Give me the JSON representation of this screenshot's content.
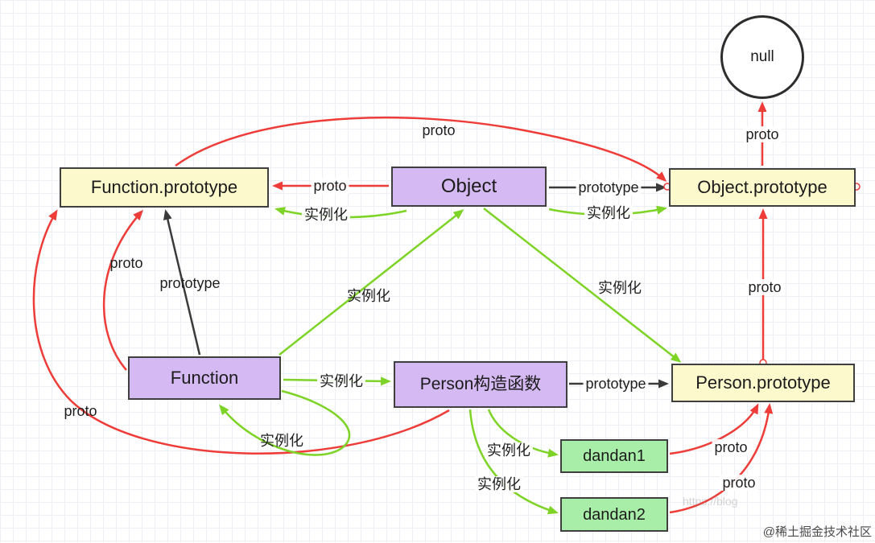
{
  "nodes": {
    "null_node": {
      "label": "null",
      "shape": "circle",
      "fill": "#ffffff"
    },
    "function_prototype": {
      "label": "Function.prototype",
      "fill": "#fcf9cd"
    },
    "object": {
      "label": "Object",
      "fill": "#d5b9f2"
    },
    "object_prototype": {
      "label": "Object.prototype",
      "fill": "#fcf9cd"
    },
    "function": {
      "label": "Function",
      "fill": "#d5b9f2"
    },
    "person_constructor": {
      "label": "Person构造函数",
      "fill": "#d5b9f2"
    },
    "person_prototype": {
      "label": "Person.prototype",
      "fill": "#fcf9cd"
    },
    "dandan1": {
      "label": "dandan1",
      "fill": "#a8eea8"
    },
    "dandan2": {
      "label": "dandan2",
      "fill": "#a8eea8"
    }
  },
  "edges": {
    "e1": {
      "label": "proto",
      "from": "Object.prototype",
      "to": "null",
      "color": "#ee3c38"
    },
    "e2": {
      "label": "proto",
      "from": "Function.prototype",
      "to": "Object.prototype",
      "color": "#ee3c38"
    },
    "e3": {
      "label": "proto",
      "from": "Object",
      "to": "Function.prototype",
      "color": "#ee3c38"
    },
    "e4": {
      "label": "prototype",
      "from": "Object",
      "to": "Object.prototype",
      "color": "#3a3a3a"
    },
    "e5": {
      "label": "实例化",
      "from": "Object",
      "to": "Function.prototype",
      "color": "#7ed327"
    },
    "e6": {
      "label": "实例化",
      "from": "Object",
      "to": "Object.prototype",
      "color": "#7ed327"
    },
    "e7": {
      "label": "proto",
      "from": "Function",
      "to": "Function.prototype",
      "color": "#ee3c38"
    },
    "e8": {
      "label": "prototype",
      "from": "Function",
      "to": "Function.prototype",
      "color": "#3a3a3a"
    },
    "e9": {
      "label": "实例化",
      "from": "Function",
      "to": "Object",
      "color": "#7ed327"
    },
    "e10": {
      "label": "实例化",
      "from": "Object",
      "to": "Person.prototype",
      "color": "#7ed327"
    },
    "e11": {
      "label": "proto",
      "from": "Person.prototype",
      "to": "Object.prototype",
      "color": "#ee3c38"
    },
    "e12": {
      "label": "实例化",
      "from": "Function",
      "to": "Person构造函数",
      "color": "#7ed327"
    },
    "e13": {
      "label": "prototype",
      "from": "Person构造函数",
      "to": "Person.prototype",
      "color": "#3a3a3a"
    },
    "e14": {
      "label": "实例化",
      "from": "Function",
      "to": "Function",
      "color": "#7ed327"
    },
    "e15": {
      "label": "实例化",
      "from": "Person构造函数",
      "to": "dandan1",
      "color": "#7ed327"
    },
    "e16": {
      "label": "实例化",
      "from": "Person构造函数",
      "to": "dandan2",
      "color": "#7ed327"
    },
    "e17": {
      "label": "proto",
      "from": "dandan1",
      "to": "Person.prototype",
      "color": "#ee3c38"
    },
    "e18": {
      "label": "proto",
      "from": "dandan2",
      "to": "Person.prototype",
      "color": "#ee3c38"
    },
    "e19": {
      "label": "proto",
      "from": "Person构造函数",
      "to": "Function.prototype",
      "color": "#ee3c38"
    }
  },
  "watermark": {
    "url_text": "https://blog",
    "credit": "@稀土掘金技术社区"
  }
}
